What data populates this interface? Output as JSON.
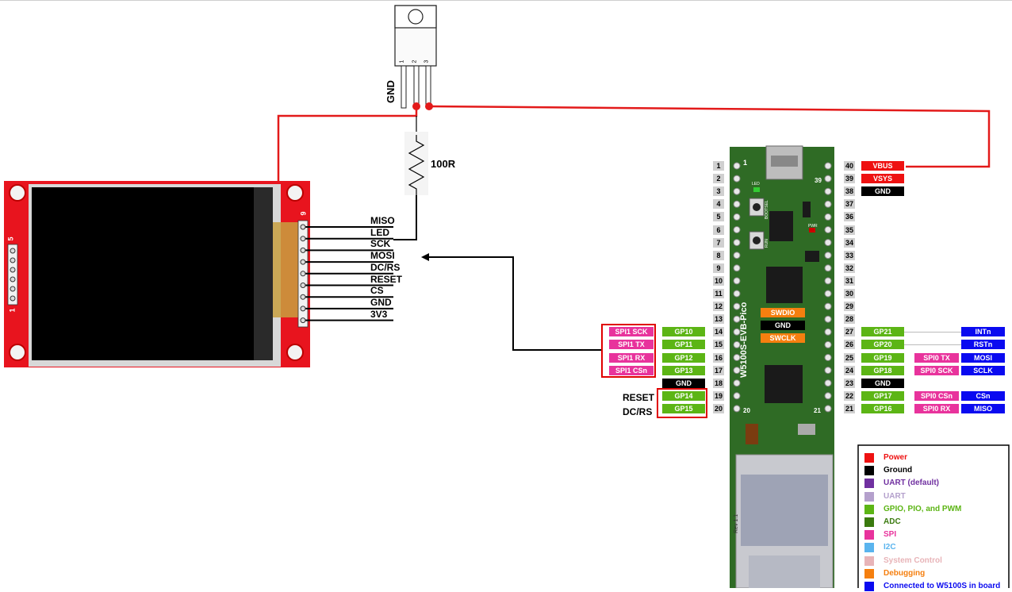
{
  "regulator": {
    "pin_numbers": [
      "1",
      "2",
      "3"
    ],
    "gnd_label": "GND"
  },
  "resistor": {
    "label": "100R"
  },
  "tft": {
    "pins": [
      "MISO",
      "LED",
      "SCK",
      "MOSI",
      "DC/RS",
      "RESET",
      "CS",
      "GND",
      "3V3"
    ],
    "header_top": "9",
    "header_side": "5",
    "header_side_bottom": "1"
  },
  "board": {
    "name": "W5100S-EVB-Pico",
    "silk_1": "1",
    "silk_39": "39",
    "silk_20": "20",
    "silk_21": "21",
    "silk_led": "LED",
    "silk_bootsel": "BOOTSEL",
    "silk_run": "RUN",
    "silk_pwr": "PWR",
    "silk_rev": "Rev 1.1",
    "center_labels": [
      {
        "text": "SWDIO",
        "type": "debug"
      },
      {
        "text": "GND",
        "type": "ground"
      },
      {
        "text": "SWCLK",
        "type": "debug"
      }
    ]
  },
  "left_pins": [
    {
      "num": "1",
      "labels": []
    },
    {
      "num": "2",
      "labels": []
    },
    {
      "num": "3",
      "labels": []
    },
    {
      "num": "4",
      "labels": []
    },
    {
      "num": "5",
      "labels": []
    },
    {
      "num": "6",
      "labels": []
    },
    {
      "num": "7",
      "labels": []
    },
    {
      "num": "8",
      "labels": []
    },
    {
      "num": "9",
      "labels": []
    },
    {
      "num": "10",
      "labels": []
    },
    {
      "num": "11",
      "labels": []
    },
    {
      "num": "12",
      "labels": []
    },
    {
      "num": "13",
      "labels": []
    },
    {
      "num": "14",
      "labels": [
        {
          "text": "GP10",
          "type": "gpio"
        },
        {
          "text": "SPI1 SCK",
          "type": "spi"
        }
      ]
    },
    {
      "num": "15",
      "labels": [
        {
          "text": "GP11",
          "type": "gpio"
        },
        {
          "text": "SPI1 TX",
          "type": "spi"
        }
      ]
    },
    {
      "num": "16",
      "labels": [
        {
          "text": "GP12",
          "type": "gpio"
        },
        {
          "text": "SPI1 RX",
          "type": "spi"
        }
      ]
    },
    {
      "num": "17",
      "labels": [
        {
          "text": "GP13",
          "type": "gpio"
        },
        {
          "text": "SPI1 CSn",
          "type": "spi"
        }
      ]
    },
    {
      "num": "18",
      "labels": [
        {
          "text": "GND",
          "type": "ground"
        }
      ]
    },
    {
      "num": "19",
      "labels": [
        {
          "text": "GP14",
          "type": "gpio"
        }
      ]
    },
    {
      "num": "20",
      "labels": [
        {
          "text": "GP15",
          "type": "gpio"
        }
      ]
    }
  ],
  "right_pins": [
    {
      "num": "40",
      "labels": [
        {
          "text": "VBUS",
          "type": "power"
        }
      ]
    },
    {
      "num": "39",
      "labels": [
        {
          "text": "VSYS",
          "type": "power"
        }
      ]
    },
    {
      "num": "38",
      "labels": [
        {
          "text": "GND",
          "type": "ground"
        }
      ]
    },
    {
      "num": "37",
      "labels": []
    },
    {
      "num": "36",
      "labels": []
    },
    {
      "num": "35",
      "labels": []
    },
    {
      "num": "34",
      "labels": []
    },
    {
      "num": "33",
      "labels": []
    },
    {
      "num": "32",
      "labels": []
    },
    {
      "num": "31",
      "labels": []
    },
    {
      "num": "30",
      "labels": []
    },
    {
      "num": "29",
      "labels": []
    },
    {
      "num": "28",
      "labels": []
    },
    {
      "num": "27",
      "labels": [
        {
          "text": "GP21",
          "type": "gpio"
        }
      ],
      "far": {
        "text": "INTn",
        "type": "w5100s"
      }
    },
    {
      "num": "26",
      "labels": [
        {
          "text": "GP20",
          "type": "gpio"
        }
      ],
      "far": {
        "text": "RSTn",
        "type": "w5100s"
      }
    },
    {
      "num": "25",
      "labels": [
        {
          "text": "GP19",
          "type": "gpio"
        },
        {
          "text": "SPI0 TX",
          "type": "spi"
        }
      ],
      "far": {
        "text": "MOSI",
        "type": "w5100s"
      }
    },
    {
      "num": "24",
      "labels": [
        {
          "text": "GP18",
          "type": "gpio"
        },
        {
          "text": "SPI0 SCK",
          "type": "spi"
        }
      ],
      "far": {
        "text": "SCLK",
        "type": "w5100s"
      }
    },
    {
      "num": "23",
      "labels": [
        {
          "text": "GND",
          "type": "ground"
        }
      ]
    },
    {
      "num": "22",
      "labels": [
        {
          "text": "GP17",
          "type": "gpio"
        },
        {
          "text": "SPI0 CSn",
          "type": "spi"
        }
      ],
      "far": {
        "text": "CSn",
        "type": "w5100s"
      }
    },
    {
      "num": "21",
      "labels": [
        {
          "text": "GP16",
          "type": "gpio"
        },
        {
          "text": "SPI0 RX",
          "type": "spi"
        }
      ],
      "far": {
        "text": "MISO",
        "type": "w5100s"
      }
    }
  ],
  "side_labels": {
    "reset": "RESET",
    "dcrs": "DC/RS"
  },
  "legend": [
    {
      "label": "Power",
      "type": "power"
    },
    {
      "label": "Ground",
      "type": "ground"
    },
    {
      "label": "UART  (default)",
      "type": "uart_default"
    },
    {
      "label": "UART",
      "type": "uart"
    },
    {
      "label": "GPIO, PIO, and PWM",
      "type": "gpio"
    },
    {
      "label": "ADC",
      "type": "adc"
    },
    {
      "label": "SPI",
      "type": "spi"
    },
    {
      "label": "I2C",
      "type": "i2c"
    },
    {
      "label": "System Control",
      "type": "sysctl"
    },
    {
      "label": "Debugging",
      "type": "debug"
    },
    {
      "label": "Connected to W5100S in board",
      "type": "w5100s"
    }
  ],
  "colors": {
    "power": "#ee1111",
    "ground": "#000000",
    "uart_default": "#7030a0",
    "uart": "#b4a0cc",
    "gpio": "#5cb515",
    "adc": "#3a7a0e",
    "spi": "#e8339c",
    "i2c": "#5ab4ee",
    "sysctl": "#e8b4b8",
    "debug": "#f57f0f",
    "w5100s": "#0a0af0",
    "wire_red": "#e31a1a",
    "wire_black": "#000000",
    "highlight_box": "#e00000"
  }
}
